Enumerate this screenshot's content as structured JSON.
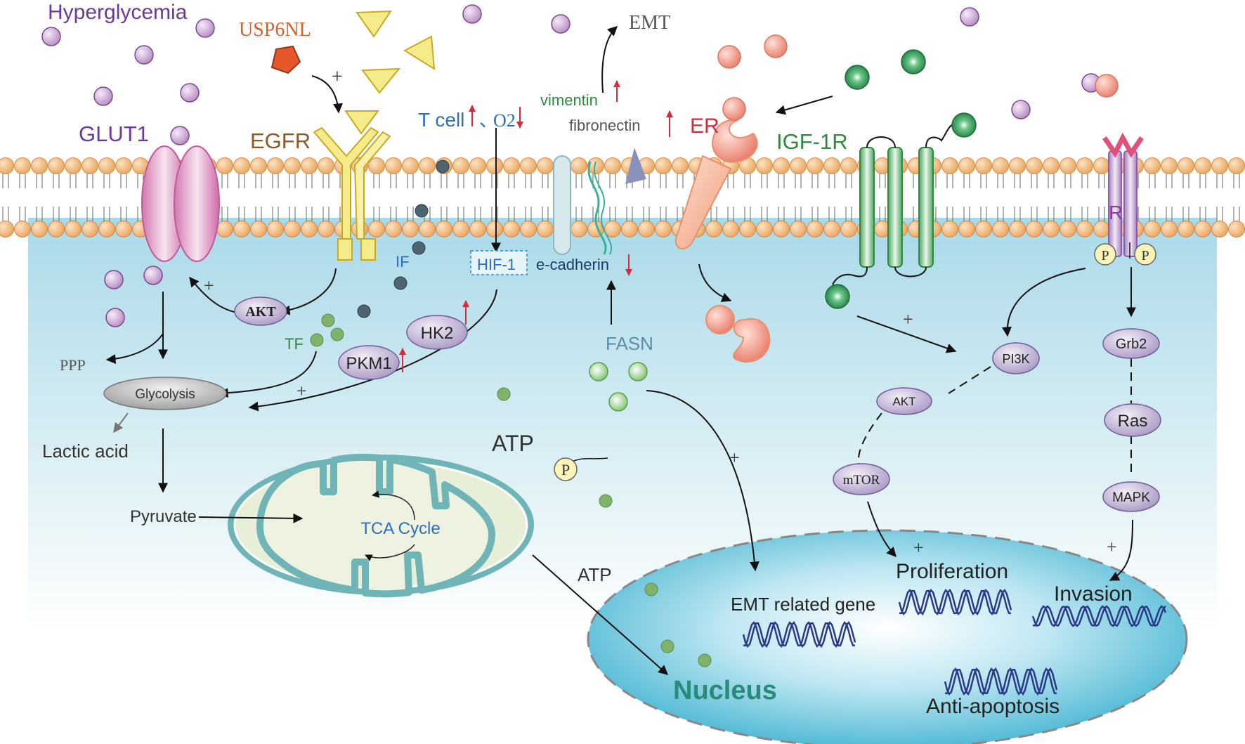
{
  "labels": {
    "hyperglycemia": "Hyperglycemia",
    "usp6nl": "USP6NL",
    "glut1": "GLUT1",
    "egfr": "EGFR",
    "tcell": "T cell",
    "o2": "O2",
    "vimentin": "vimentin",
    "fibronectin": "fibronectin",
    "emt": "EMT",
    "er": "ER",
    "igf1r": "IGF-1R",
    "if": "IF",
    "hif1": "HIF-1",
    "ecadherin": "e-cadherin",
    "akt": "AKT",
    "tf": "TF",
    "hk2": "HK2",
    "pkm1": "PKM1",
    "ppp": "PPP",
    "glycolysis": "Glycolysis",
    "lactic_acid": "Lactic acid",
    "pyruvate": "Pyruvate",
    "atp_top": "ATP",
    "atp_bottom": "ATP",
    "p": "P",
    "fasn": "FASN",
    "tca": "TCA Cycle",
    "pi3k": "PI3K",
    "akt2": "AKT",
    "mtor": "mTOR",
    "grb2": "Grb2",
    "ras": "Ras",
    "mapk": "MAPK",
    "r": "R",
    "plus": "+",
    "proliferation": "Proliferation",
    "invasion": "Invasion",
    "emt_gene": "EMT related gene",
    "anti_apoptosis": "Anti-apoptosis",
    "nucleus": "Nucleus"
  },
  "colors": {
    "purple": "#6b3a9a",
    "orange": "#d4602a",
    "blue": "#2a6fc0",
    "green": "#2e8b3e",
    "red": "#d62b3a",
    "nucleus_text": "#2a8a7a",
    "membrane": "#f2c089",
    "cytoplasm": "#bfe3ee"
  }
}
